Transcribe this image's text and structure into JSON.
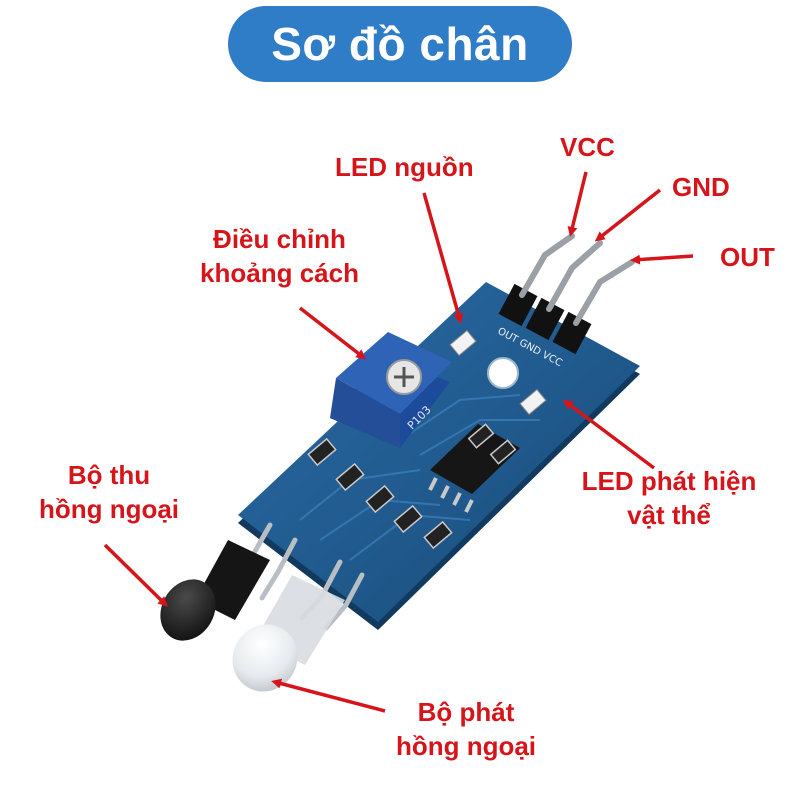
{
  "title": "Sơ đồ chân",
  "labels": {
    "led_power": "LED nguồn",
    "vcc": "VCC",
    "gnd": "GND",
    "out": "OUT",
    "distance_adjust_line1": "Điều chỉnh",
    "distance_adjust_line2": "khoảng cách",
    "ir_receiver_line1": "Bộ thu",
    "ir_receiver_line2": "hồng ngoại",
    "object_led_line1": "LED phát hiện",
    "object_led_line2": "vật thể",
    "ir_emitter_line1": "Bộ phát",
    "ir_emitter_line2": "hồng ngoại"
  },
  "board_markings": {
    "pin_silkscreen": "OUT GND VCC",
    "pot_marking": "P103"
  },
  "colors": {
    "title_bg": "#2f7cc7",
    "label_text": "#d6151b",
    "pcb": "#1f5a8e",
    "potentiometer": "#2e63b6"
  }
}
